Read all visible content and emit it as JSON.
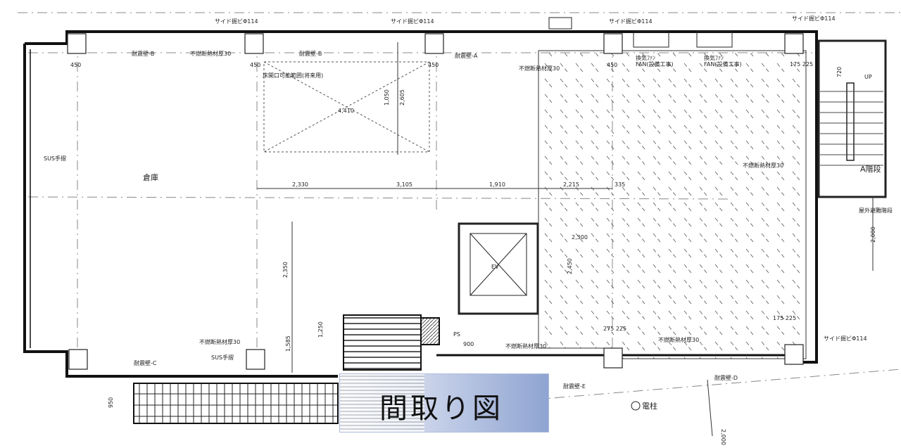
{
  "labels": {
    "conduit": "サイド掘ビΦ114",
    "wall_b": "耐震壁-B",
    "wall_a": "耐震壁-A",
    "wall_c": "耐震壁-C",
    "wall_d": "耐震壁-D",
    "wall_e": "耐震壁-E",
    "insulation": "不燃断熱材厚30",
    "floor_opening": "床開口可能範囲(将来用)",
    "handrail": "SUS手摺",
    "room": "倉庫",
    "fan": "換気ﾌｧﾝ",
    "fan_note": "FAN(設備工事)",
    "stair": "A階段",
    "up": "UP",
    "outdoor_stair": "屋外避難階段",
    "pole": "電柱",
    "ps": "PS",
    "ev": "EV"
  },
  "dimensions": {
    "d450": "450",
    "d4410": "4,410",
    "d1050": "1,050",
    "d2605": "2,605",
    "d2330": "2,330",
    "d3105": "3,105",
    "d1910": "1,910",
    "d2215": "2,215",
    "d335": "335",
    "d2350": "2,350",
    "d2300": "2,300",
    "d2450": "2,450",
    "d2000": "2,000",
    "d1585": "1,585",
    "d1250": "1,250",
    "d900": "900",
    "d950": "950",
    "d720": "720",
    "d175_225": "175 225",
    "d275_225": "275 225"
  },
  "title": "間取り図"
}
